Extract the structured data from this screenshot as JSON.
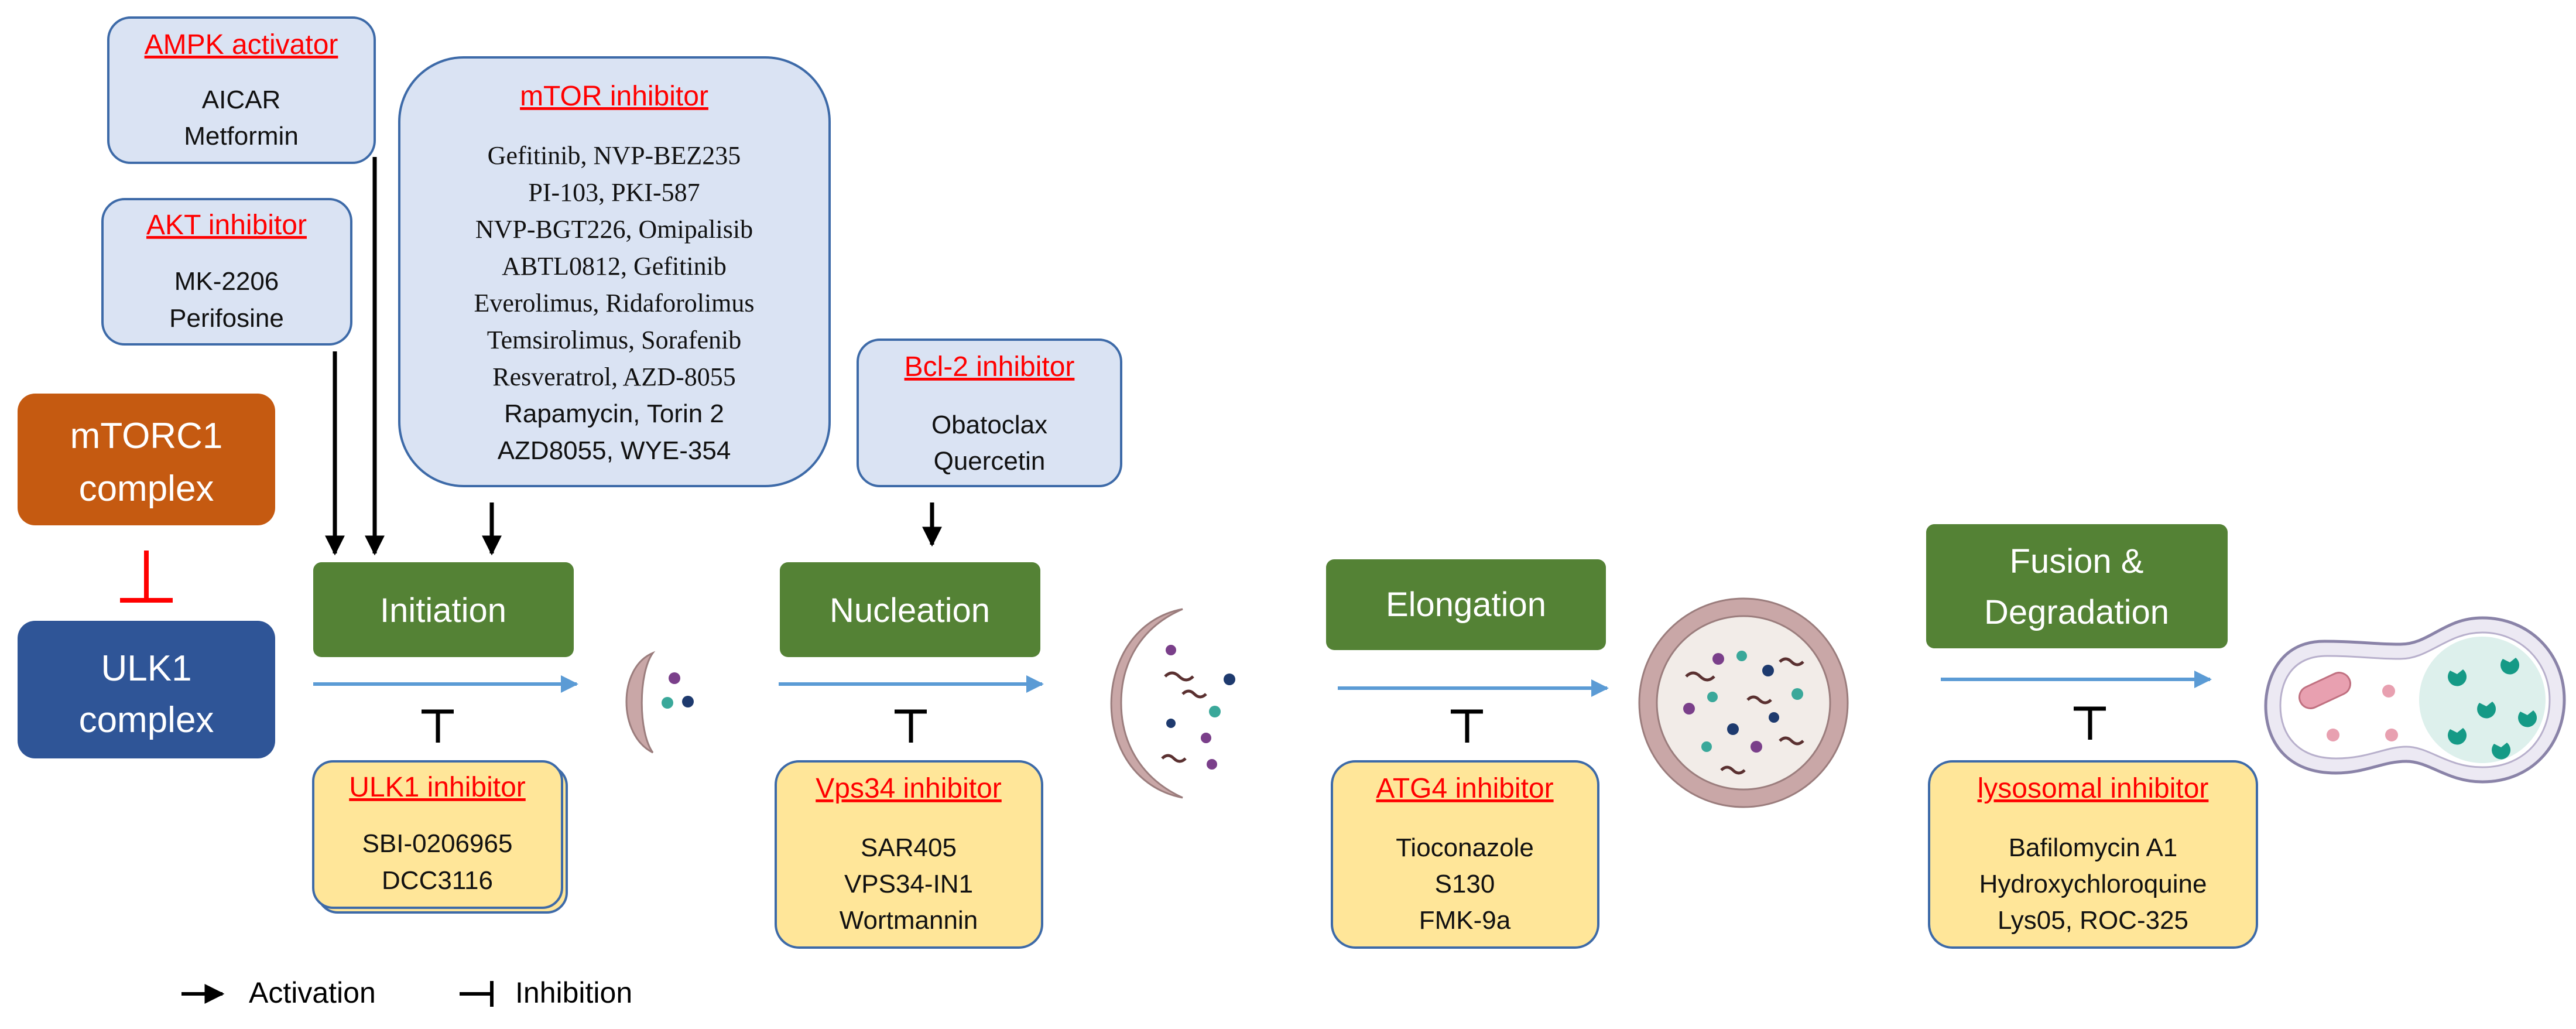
{
  "inhibitor_boxes": {
    "ampk": {
      "title": "AMPK activator",
      "items": [
        "AICAR",
        "Metformin"
      ]
    },
    "akt": {
      "title": "AKT inhibitor",
      "items": [
        "MK-2206",
        "Perifosine"
      ]
    },
    "mtor": {
      "title": "mTOR inhibitor",
      "items": [
        "Gefitinib, NVP-BEZ235",
        "PI-103, PKI-587",
        "NVP-BGT226, Omipalisib",
        "ABTL0812, Gefitinib",
        "Everolimus, Ridaforolimus",
        "Temsirolimus, Sorafenib",
        "Resveratrol, AZD-8055",
        "Rapamycin, Torin 2",
        "AZD8055,  WYE-354"
      ]
    },
    "bcl2": {
      "title": "Bcl-2 inhibitor",
      "items": [
        "Obatoclax",
        "Quercetin"
      ]
    },
    "ulk1": {
      "title": "ULK1 inhibitor",
      "items": [
        "SBI-0206965",
        "DCC3116"
      ]
    },
    "vps34": {
      "title": "Vps34 inhibitor",
      "items": [
        "SAR405",
        "VPS34-IN1",
        "Wortmannin"
      ]
    },
    "atg4": {
      "title": "ATG4 inhibitor",
      "items": [
        "Tioconazole",
        "S130",
        "FMK-9a"
      ]
    },
    "lysosomal": {
      "title": "lysosomal inhibitor",
      "items": [
        "Bafilomycin A1",
        "Hydroxychloroquine",
        "Lys05, ROC-325"
      ]
    }
  },
  "complexes": {
    "mtorc1": {
      "line1": "mTORC1",
      "line2": "complex"
    },
    "ulk1": {
      "line1": "ULK1",
      "line2": "complex"
    }
  },
  "stages": {
    "initiation": "Initiation",
    "nucleation": "Nucleation",
    "elongation": "Elongation",
    "fusion_line1": "Fusion &",
    "fusion_line2": "Degradation"
  },
  "legend": {
    "activation": "Activation",
    "inhibition": "Inhibition"
  },
  "colors": {
    "blue_box": "#dae3f3",
    "blue_border": "#3d6aa8",
    "yellow_box": "#ffe699",
    "yellow_border": "#3d6aa8",
    "title_red": "#ff0000",
    "stage_green": "#548235",
    "mtorc1_orange": "#c55a11",
    "ulk1_navy": "#2f5597",
    "flow_arrow": "#5b9bd5",
    "membrane": "#c9a7a7"
  }
}
